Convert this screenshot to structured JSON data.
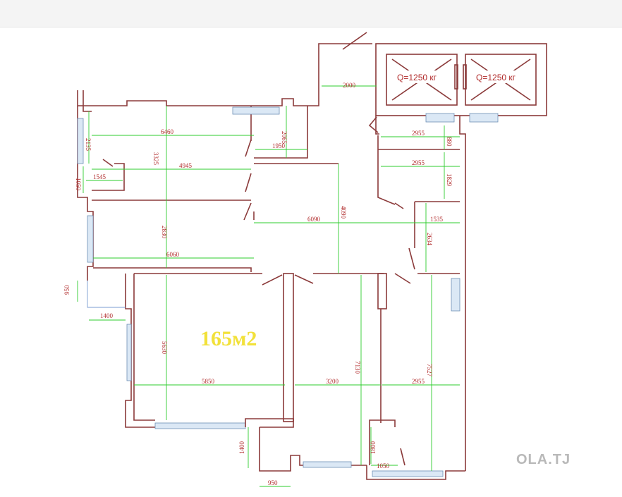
{
  "plan": {
    "area_label": "165м2",
    "watermark": "OLA.TJ",
    "elevators": [
      "Q=1250 кг",
      "Q=1250 кг"
    ],
    "dimensions": {
      "d2000": "2000",
      "d6460": "6460",
      "d2135": "2135",
      "d3325": "3325",
      "d2065": "2065",
      "d1950": "1950",
      "d4945": "4945",
      "d1050a": "1050",
      "d1545": "1545",
      "d2955a": "2955",
      "d880": "880",
      "d2955b": "2955",
      "d1829": "1829",
      "d4090": "4090",
      "d6090": "6090",
      "d1535": "1535",
      "d2634": "2634",
      "d2830": "2830",
      "d6060": "6060",
      "d950a": "950",
      "d1400a": "1400",
      "d5630": "5630",
      "d5850": "5850",
      "d3200": "3200",
      "d7130": "7130",
      "d2955c": "2955",
      "d7527": "7527",
      "d1400b": "1400",
      "d1800": "1800",
      "d1050b": "1050",
      "d950b": "950"
    },
    "colors": {
      "wall": "#8b3a3a",
      "dimension_line": "#2ecc2e",
      "dimension_text": "#b02a2a",
      "area_text": "#f2e13a"
    }
  }
}
